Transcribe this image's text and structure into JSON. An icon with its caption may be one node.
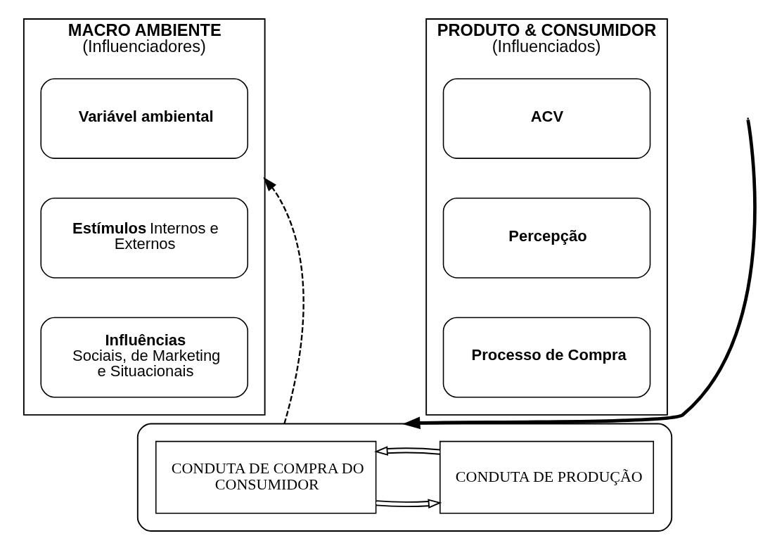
{
  "diagram": {
    "nodes": [
      {
        "text": [
          "MACRO AMBIENTE",
          "(Influenciadores)"
        ]
      },
      {
        "text": [
          "Variável ambiental"
        ],
        "in": 0
      },
      {
        "text": [
          "**Estímulos** Internos e Externos"
        ],
        "in": 0
      },
      {
        "text": [
          "Influências",
          "Sociais, de Marketing e Situacionais"
        ],
        "in": 0
      },
      {
        "text": [
          "PRODUTO & CONSUMIDOR",
          "(Influenciados)"
        ]
      },
      {
        "text": [
          "ACV"
        ],
        "in": 4
      },
      {
        "text": [
          "Percepção"
        ],
        "in": 4
      },
      {
        "text": [
          "Processo de Compra"
        ],
        "in": 4
      },
      {
        "text": [],
        "shape": "box"
      },
      {
        "text": [
          "CONDUTA DE COMPRA DO CONSUMIDOR"
        ],
        "in": 8
      },
      {
        "text": [
          "CONDUTA DE PRODUÇÃO"
        ],
        "in": 8
      }
    ],
    "edges": [
      {
        "from": null,
        "to": 8,
        "arrow": "to",
        "style": "thick"
      },
      {
        "from": 9,
        "to": 10,
        "arrow": "to"
      },
      {
        "from": 10,
        "to": 9,
        "arrow": "to"
      },
      {
        "from": 8,
        "to": 0,
        "arrow": "to",
        "style": "dashed"
      }
    ]
  }
}
